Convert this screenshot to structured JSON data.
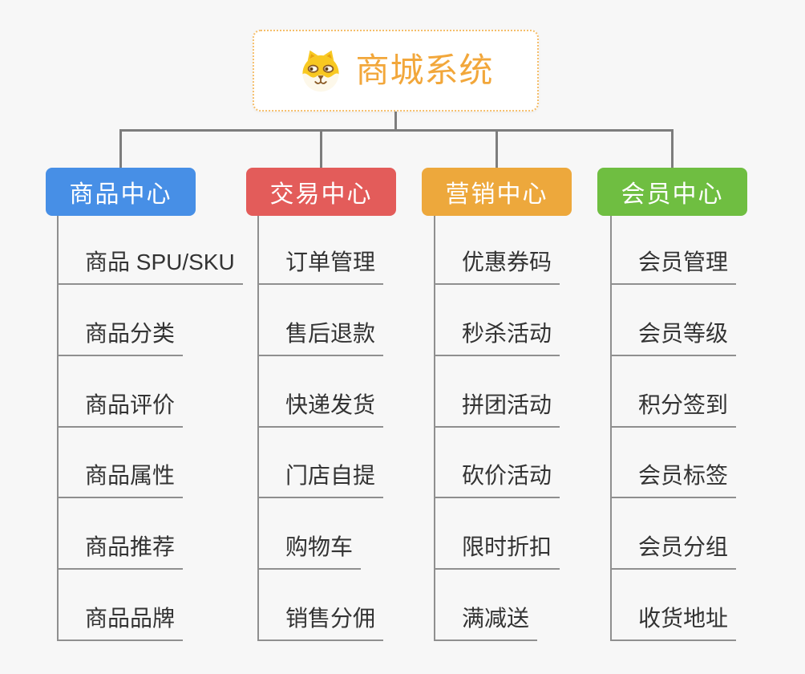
{
  "page": {
    "background_color": "#F7F7F7"
  },
  "root": {
    "title": "商城系统",
    "title_color": "#F2A73B",
    "border_color": "#F5BE6B",
    "icon": "shiba-dog-icon"
  },
  "connectors": {
    "color": "#7D7D7D"
  },
  "lines": {
    "color": "#8F8F8F",
    "text_color": "#333333"
  },
  "branches": [
    {
      "id": "goods",
      "label": "商品中心",
      "color": "#478FE6",
      "children": [
        "商品 SPU/SKU",
        "商品分类",
        "商品评价",
        "商品属性",
        "商品推荐",
        "商品品牌"
      ]
    },
    {
      "id": "trade",
      "label": "交易中心",
      "color": "#E35C5A",
      "children": [
        "订单管理",
        "售后退款",
        "快递发货",
        "门店自提",
        "购物车",
        "销售分佣"
      ]
    },
    {
      "id": "marketing",
      "label": "营销中心",
      "color": "#EDA83C",
      "children": [
        "优惠券码",
        "秒杀活动",
        "拼团活动",
        "砍价活动",
        "限时折扣",
        "满减送"
      ]
    },
    {
      "id": "member",
      "label": "会员中心",
      "color": "#6FBE41",
      "children": [
        "会员管理",
        "会员等级",
        "积分签到",
        "会员标签",
        "会员分组",
        "收货地址"
      ]
    }
  ]
}
